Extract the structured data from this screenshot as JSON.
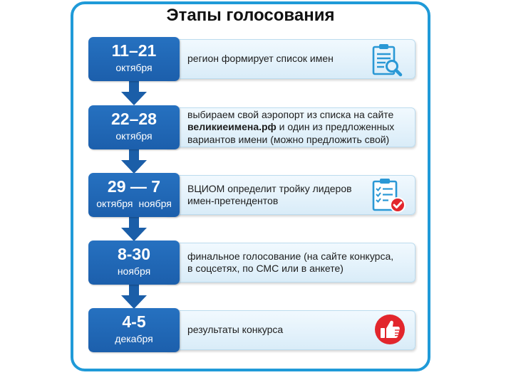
{
  "title": "Этапы голосования",
  "stages": [
    {
      "date": "11–21",
      "months": [
        "октября"
      ],
      "description": [
        "регион формирует список имен"
      ],
      "icon": "clipboard-search-icon"
    },
    {
      "date": "22–28",
      "months": [
        "октября"
      ],
      "description": [
        "выбираем свой аэропорт из списка на сайте",
        {
          "bold": "великиеимена.рф",
          "text": " и один из предложенных"
        },
        "вариантов имени (можно предложить свой)"
      ]
    },
    {
      "date": "29 — 7",
      "months": [
        "октября",
        "ноября"
      ],
      "description": [
        "ВЦИОМ определит тройку лидеров",
        "имен-претендентов"
      ],
      "icon": "clipboard-checklist-icon"
    },
    {
      "date": "8-30",
      "months": [
        "ноября"
      ],
      "description": [
        "финальное голосование (на сайте конкурса,",
        "в соцсетях, по СМС или в анкете)"
      ]
    },
    {
      "date": "4-5",
      "months": [
        "декабря"
      ],
      "description": [
        "результаты конкурса"
      ],
      "icon": "thumbs-up-icon"
    }
  ],
  "colors": {
    "frame": "#1f9ad8",
    "date_box": "#1c5fac",
    "arrow": "#1b5ea8",
    "card": "#e4f2fb",
    "icon_blue": "#2a98d5",
    "icon_red": "#e2262c"
  }
}
